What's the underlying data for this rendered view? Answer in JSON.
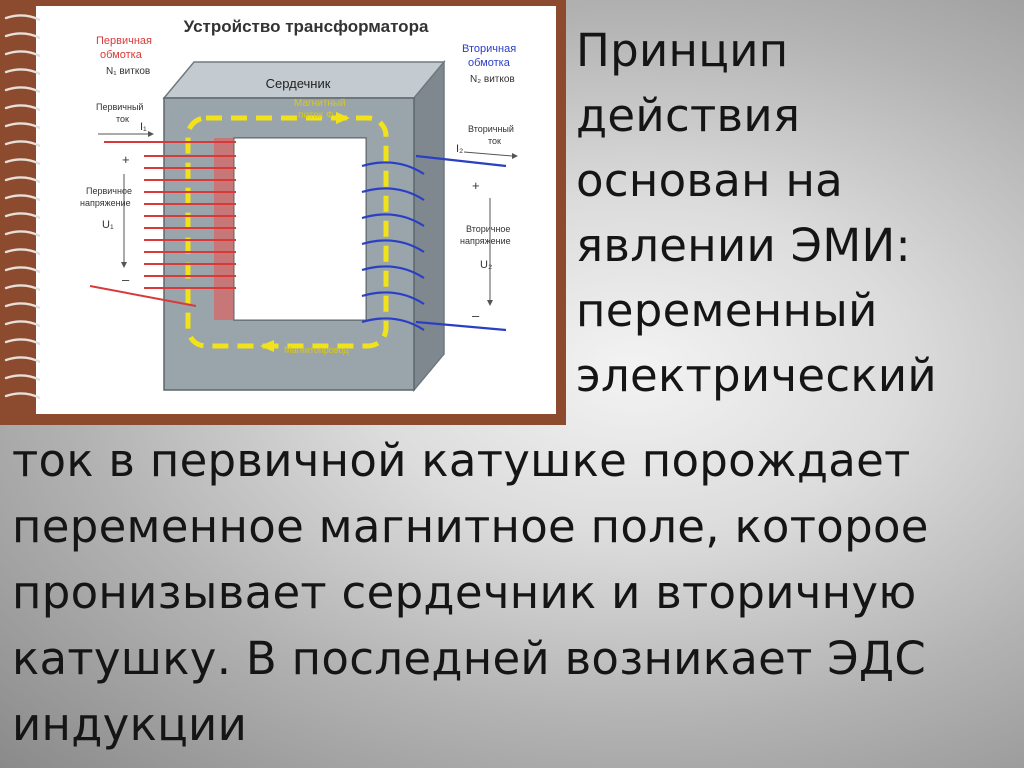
{
  "diagram": {
    "title": "Устройство трансформатора",
    "core_label": "Сердечник",
    "flux_label_line1": "Магнитный",
    "flux_label_line2": "поток Ф",
    "flux_bottom_label": "Магнитопровод",
    "primary_winding_line1": "Первичная",
    "primary_winding_line2": "обмотка",
    "primary_turns": "N₁ витков",
    "secondary_winding_line1": "Вторичная",
    "secondary_winding_line2": "обмотка",
    "secondary_turns": "N₂ витков",
    "primary_current_line1": "Первичный",
    "primary_current_line2": "ток",
    "primary_current_symbol": "I₁",
    "primary_voltage_line1": "Первичное",
    "primary_voltage_line2": "напряжение",
    "primary_voltage_symbol": "U₁",
    "secondary_current_line1": "Вторичный",
    "secondary_current_line2": "ток",
    "secondary_current_symbol": "I₂",
    "secondary_voltage_line1": "Вторичное",
    "secondary_voltage_line2": "напряжение",
    "secondary_voltage_symbol": "U₂",
    "plus": "+",
    "minus": "–",
    "colors": {
      "primary": "#d83a3a",
      "secondary": "#2b3fc4",
      "flux": "#f2e21a",
      "core": "#9aa4ab"
    }
  },
  "text": {
    "side_lines": [
      "Принцип",
      "действия",
      "основан  на",
      "явлении ЭМИ:",
      "переменный",
      "электрический"
    ],
    "full_lines": [
      "ток в первичной катушке порождает",
      "переменное магнитное поле, которое",
      "пронизывает сердечник и вторичную",
      "катушку.  В последней  возникает ЭДС",
      "индукции"
    ]
  }
}
